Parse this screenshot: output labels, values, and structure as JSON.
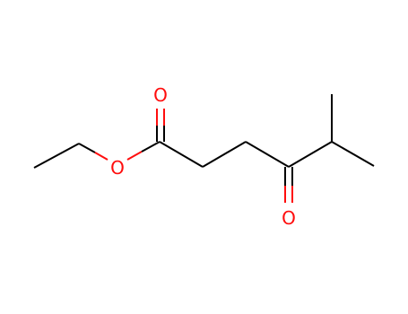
{
  "molecule": {
    "atoms": {
      "ester_oxygen": {
        "label": "O",
        "color": "#ff0d0d"
      },
      "carbonyl_oxygen_ester": {
        "label": "O",
        "color": "#ff0d0d"
      },
      "carbonyl_oxygen_ketone": {
        "label": "O",
        "color": "#ff0d0d"
      }
    },
    "bond_color": "#000000",
    "background_color": "#ffffff"
  }
}
